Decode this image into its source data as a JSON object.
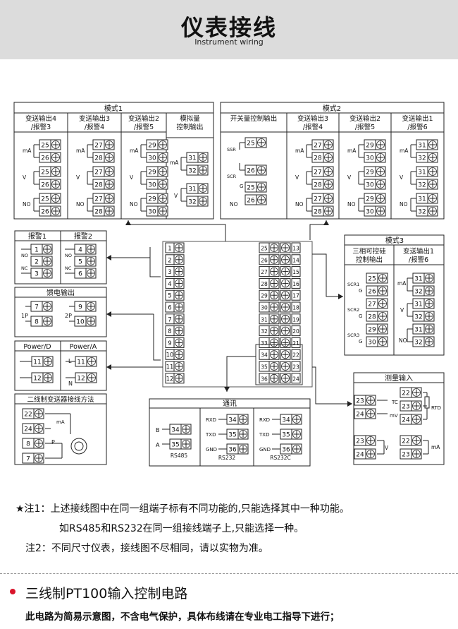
{
  "header": {
    "title": "仪表接线",
    "subtitle": "Instrument wiring"
  },
  "diagram": {
    "mode1": {
      "title": "模式1",
      "cols": [
        "变送输出4\n/报警3",
        "变送输出3\n/报警4",
        "变送输出2\n/报警5",
        "模拟量\n控制输出"
      ],
      "terms": [
        [
          "25",
          "26",
          "25",
          "26",
          "25",
          "26"
        ],
        [
          "27",
          "28",
          "27",
          "28",
          "27",
          "28"
        ],
        [
          "29",
          "30",
          "29",
          "30",
          "29",
          "30"
        ],
        [
          "31",
          "32",
          "31",
          "32"
        ]
      ]
    },
    "mode2": {
      "title": "模式2",
      "cols": [
        "开关量控制输出",
        "变送输出3\n/报警4",
        "变送输出2\n/报警5",
        "变送输出1\n/报警6"
      ],
      "terms": [
        [
          "25",
          "26",
          "25",
          "26"
        ],
        [
          "27",
          "28",
          "27",
          "28",
          "27",
          "28"
        ],
        [
          "29",
          "30",
          "29",
          "30",
          "29",
          "30"
        ],
        [
          "31",
          "32",
          "31",
          "32",
          "31",
          "32"
        ]
      ]
    },
    "alarm": {
      "cols": [
        "报警1",
        "报警2"
      ],
      "terms1": [
        "1",
        "2",
        "3"
      ],
      "terms2": [
        "4",
        "5",
        "6"
      ]
    },
    "feed": {
      "title": "馈电输出",
      "t1": [
        "7",
        "8"
      ],
      "t2": [
        "9",
        "10"
      ],
      "p1": "1P",
      "p2": "2P"
    },
    "power": {
      "cols": [
        "Power/D",
        "Power/A"
      ],
      "t1": [
        "11",
        "12"
      ],
      "t2": [
        "11",
        "12"
      ],
      "l": "L",
      "n": "N"
    },
    "twowire": {
      "title": "二线制变送器接线方法",
      "terms": [
        "22",
        "24",
        "8",
        "7"
      ],
      "p": "P"
    },
    "comm": {
      "title": "通讯",
      "rs485": {
        "pins": [
          "B",
          "A"
        ],
        "nums": [
          "34",
          "35"
        ],
        "label": "RS485"
      },
      "rs232": {
        "pins": [
          "RXD",
          "TXD",
          "GND"
        ],
        "nums": [
          "34",
          "35",
          "36"
        ],
        "label": "RS232"
      },
      "rs232c": {
        "pins": [
          "RXD",
          "TXD",
          "GND"
        ],
        "nums": [
          "34",
          "35",
          "36"
        ],
        "label": "RS232C"
      }
    },
    "mode3": {
      "title": "模式3",
      "cols": [
        "三相可控硅\n控制输出",
        "变送输出1\n/报警6"
      ],
      "terms": [
        [
          "25",
          "26",
          "27",
          "28",
          "29",
          "30"
        ],
        [
          "31",
          "32",
          "31",
          "32",
          "31",
          "32"
        ]
      ],
      "scr": [
        "SCR1",
        "SCR2",
        "SCR3"
      ]
    },
    "measure": {
      "title": "测量输入",
      "terms": [
        "23",
        "24",
        "22",
        "23",
        "24",
        "23",
        "24",
        "22",
        "23"
      ],
      "tc": "TC",
      "mv": "mV",
      "rtd": "RTD",
      "v": "V",
      "ma": "mA"
    },
    "center": {
      "left": [
        "1",
        "2",
        "3",
        "4",
        "5",
        "6",
        "7",
        "8",
        "9",
        "10",
        "11",
        "12"
      ],
      "mid": [
        "25",
        "26",
        "27",
        "28",
        "29",
        "30",
        "31",
        "32",
        "33",
        "34",
        "35",
        "36"
      ],
      "right": [
        "13",
        "14",
        "15",
        "16",
        "17",
        "18",
        "19",
        "20",
        "21",
        "22",
        "23",
        "24"
      ]
    },
    "sym": {
      "ma": "mA",
      "v": "V",
      "no": "NO",
      "nc": "NC",
      "ssr": "SSR",
      "scr": "SCR",
      "g": "G"
    }
  },
  "notes": {
    "n1": "★注1：上述接线图中在同一组端子标有不同功能的,只能选择其中一种功能。",
    "n1b": "如RS485和RS232在同一组接线端子上,只能选择一种。",
    "n2": "注2：不同尺寸仪表，接线图不尽相同，请以实物为准。"
  },
  "section": {
    "title": "三线制PT100输入控制电路",
    "desc": "此电路为简易示意图，不含电气保护，具体布线请在专业电工指导下进行；"
  }
}
